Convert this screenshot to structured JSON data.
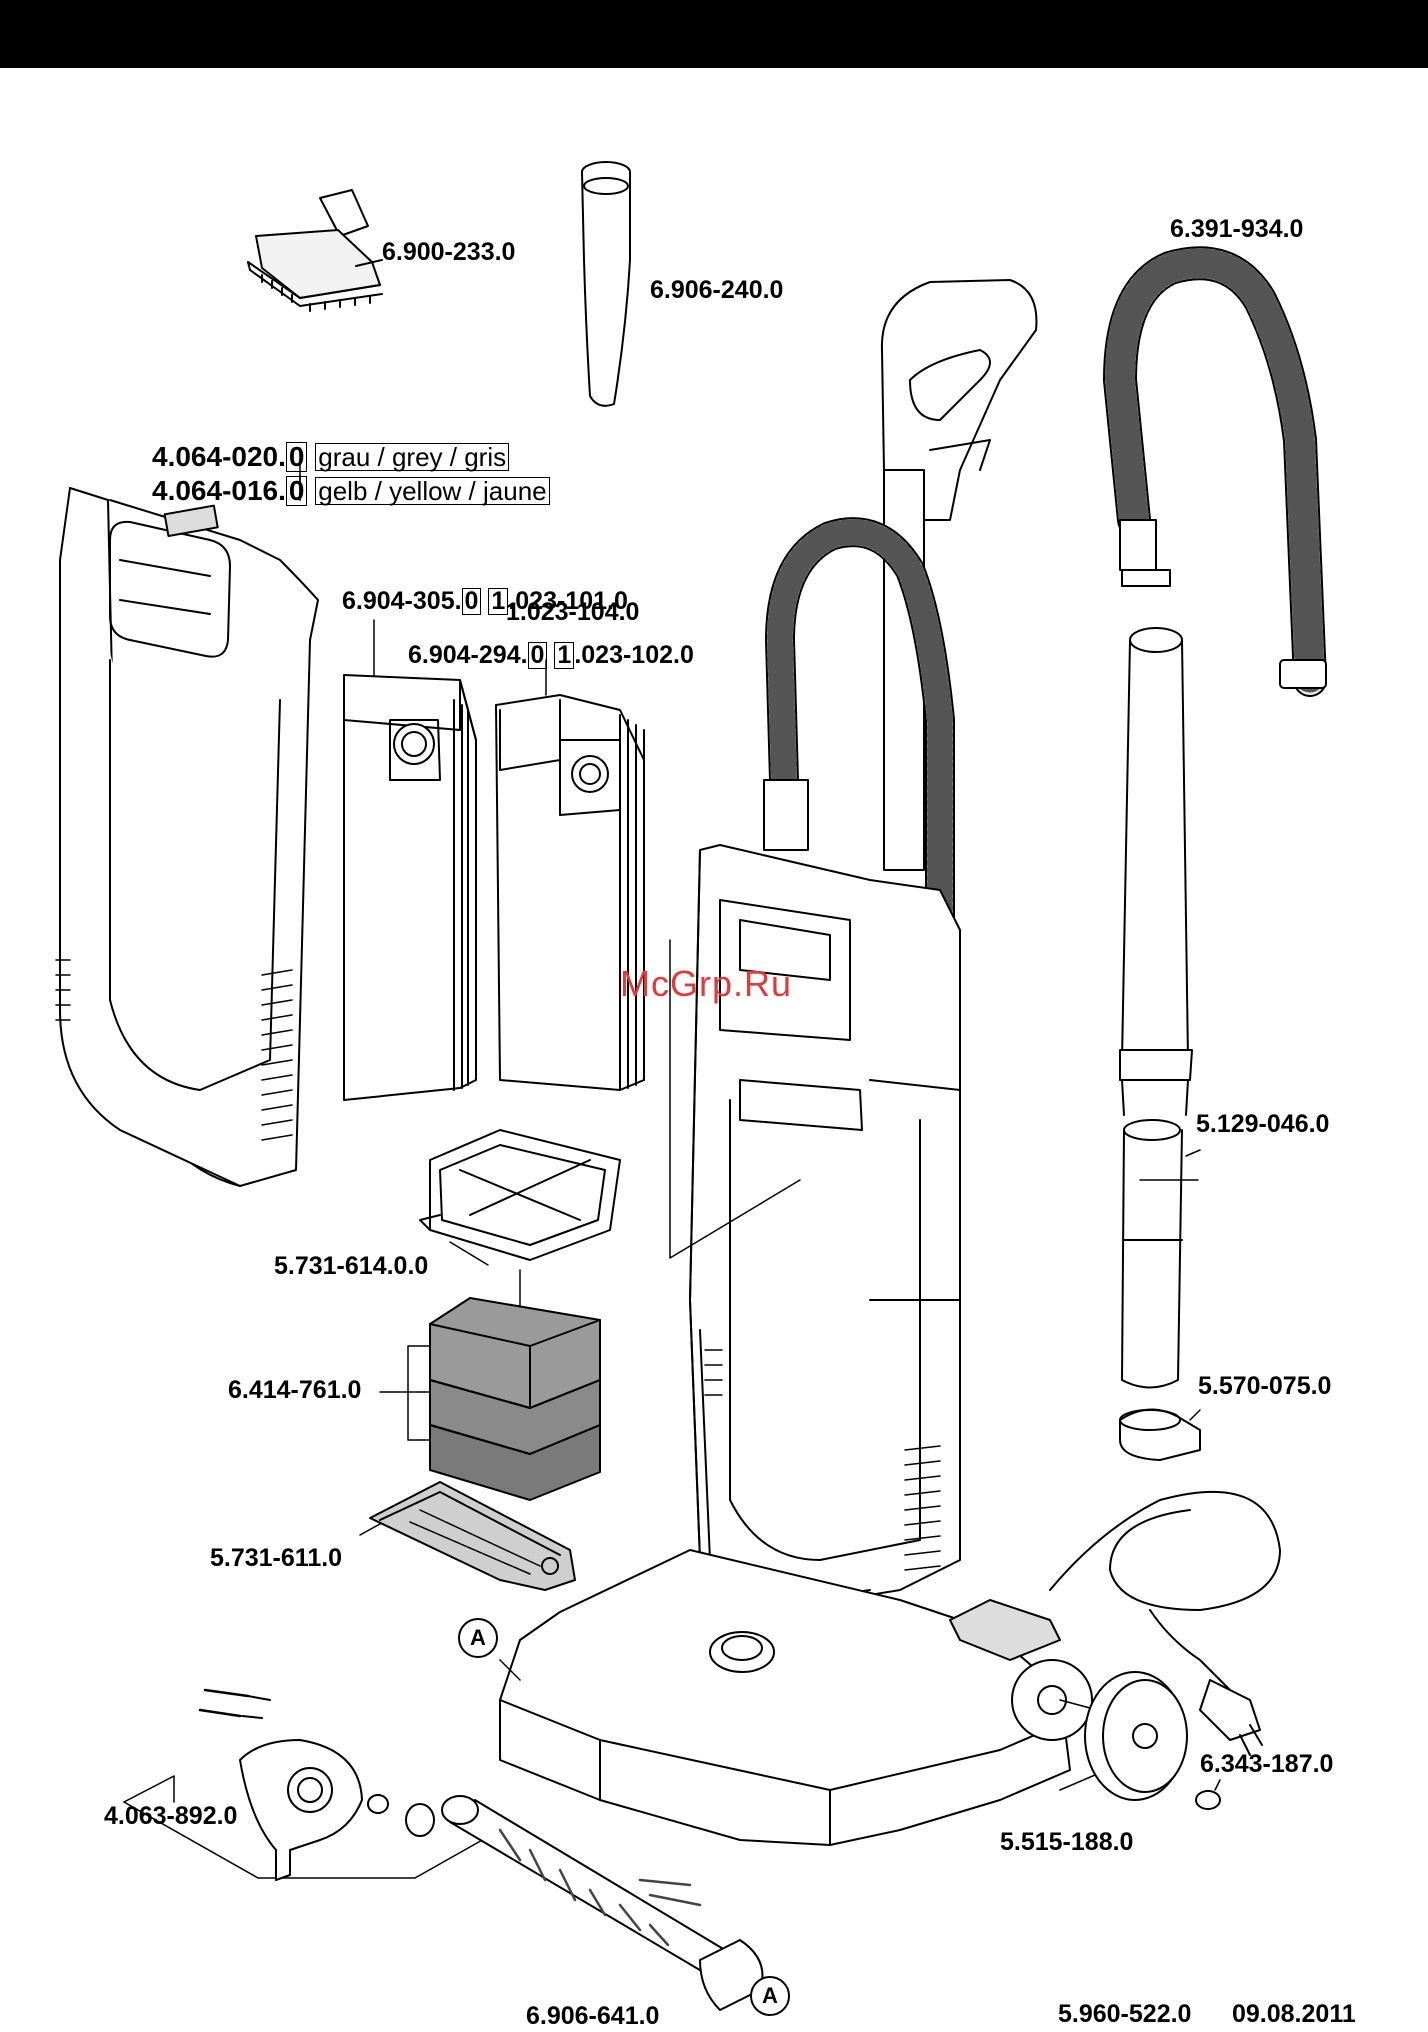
{
  "watermark": "McGrp.Ru",
  "marker": "A",
  "parts": {
    "upholstery_nozzle": "6.900-233.0",
    "crevice_nozzle": "6.906-240.0",
    "hose": "6.391-934.0",
    "cover_grey": {
      "number": "4.064-020.",
      "suffix": "0",
      "desc": "grau / grey / gris"
    },
    "cover_yellow": {
      "number": "4.064-016.",
      "suffix": "0",
      "desc": "gelb / yellow / jaune"
    },
    "filter_bag_paper": {
      "number": "6.904-305.",
      "suffix": "0",
      "alt1_prefix": "1",
      "alt1": ".023-101.0",
      "alt2": "1.023-104.0"
    },
    "filter_bag_fleece": {
      "number": "6.904-294.",
      "suffix": "0",
      "alt1_prefix": "1",
      "alt1": ".023-102.0"
    },
    "exhaust_filter": "5.731-614.0.0",
    "foam_filters": "6.414-761.0",
    "filter_holder": "5.731-611.0",
    "suction_tube": "5.129-046.0",
    "tube_clip": "5.570-075.0",
    "brush_bearing": "4.063-892.0",
    "wheel_cap": "6.343-187.0",
    "wheel": "5.515-188.0",
    "brush_roller": "6.906-641.0"
  },
  "footer": {
    "doc_number": "5.960-522.0",
    "date": "09.08.2011"
  }
}
